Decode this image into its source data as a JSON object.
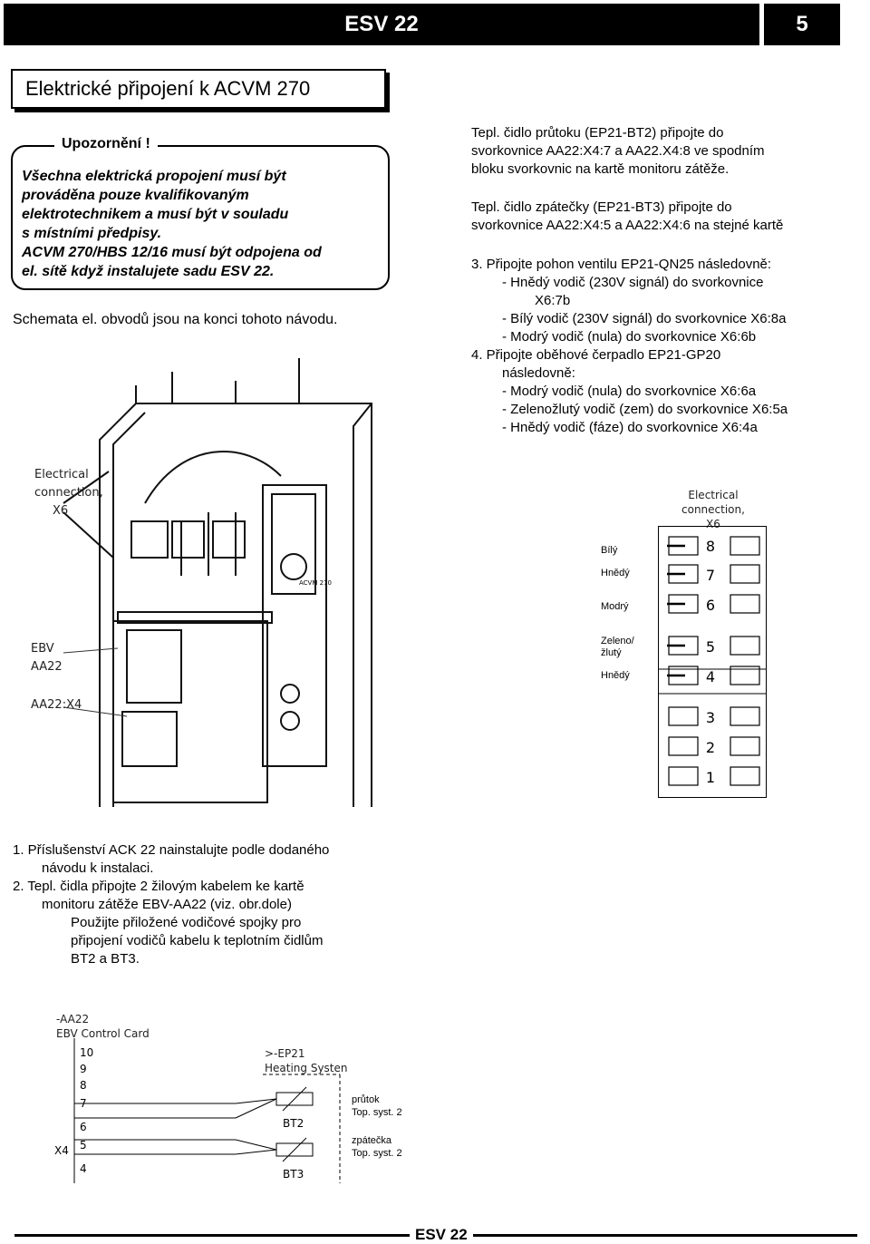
{
  "header": {
    "title": "ESV 22",
    "page": "5"
  },
  "section_title": "Elektrické připojení k ACVM 270",
  "warning": {
    "title": "Upozornění !",
    "lines": [
      "Všechna elektrická propojení musí být",
      "prováděna pouze kvalifikovaným",
      "elektrotechnikem a musí být v souladu",
      "s místními předpisy.",
      "ACVM 270/HBS 12/16 musí být odpojena od",
      "el. sítě když instalujete sadu ESV 22."
    ]
  },
  "note": "Schemata el. obvodů jsou na konci tohoto návodu.",
  "right": {
    "p1": [
      "Tepl. čidlo průtoku (EP21-BT2) připojte do",
      "svorkovnice AA22:X4:7 a AA22.X4:8 ve spodním",
      "bloku svorkovnic na kartě monitoru zátěže."
    ],
    "p2": [
      "Tepl. čidlo zpátečky (EP21-BT3) připojte do",
      "svorkovnice AA22:X4:5 a AA22:X4:6 na stejné kartě"
    ],
    "s3": "3.  Připojte pohon ventilu EP21-QN25 následovně:",
    "s3_items": [
      "-   Hnědý vodič (230V signál) do svorkovnice",
      "X6:7b",
      "-   Bílý vodič (230V signál) do svorkovnice X6:8a",
      "-   Modrý vodič (nula) do svorkovnice X6:6b"
    ],
    "s4": "4.  Připojte oběhové čerpadlo EP21-GP20",
    "s4b": "následovně:",
    "s4_items": [
      "-   Modrý vodič (nula) do svorkovnice X6:6a",
      "-   Zelenožlutý vodič (zem) do svorkovnice X6:5a",
      "-   Hnědý vodič (fáze) do svorkovnice X6:4a"
    ]
  },
  "fig1": {
    "labels": {
      "electrical": "Electrical",
      "connection": "connection,",
      "x6": "X6",
      "ebv": "EBV",
      "aa22": "AA22",
      "aa22x4": "AA22:X4",
      "acvm": "ACVM 270"
    }
  },
  "fig2": {
    "head": [
      "Electrical",
      "connection,",
      "X6"
    ],
    "wires": [
      "Bílý",
      "Hnědý",
      "Modrý",
      "Zeleno/",
      "žlutý",
      "Hnědý"
    ],
    "terminals": [
      "8",
      "7",
      "6",
      "5",
      "4",
      "3",
      "2",
      "1"
    ]
  },
  "steps": {
    "s1a": "1.  Příslušenství ACK 22 nainstalujte podle dodaného",
    "s1b": "návodu k instalaci.",
    "s2a": "2.  Tepl. čidla připojte 2 žilovým kabelem ke kartě",
    "s2b": "monitoru zátěže EBV-AA22 (viz. obr.dole)",
    "s2c": "Použijte přiložené vodičové spojky pro",
    "s2d": "připojení vodičů kabelu k teplotním čidlům",
    "s2e": "BT2 a BT3."
  },
  "fig3": {
    "aa22": "-AA22",
    "card": "EBV Control Card",
    "ep21": ">-EP21",
    "hs": "Heating Systen",
    "pins": [
      "10",
      "9",
      "8",
      "7",
      "6",
      "5",
      "4"
    ],
    "x4": "X4",
    "bt2": "BT2",
    "bt3": "BT3",
    "prutok": "průtok",
    "prutok2": "Top. syst. 2",
    "zpatecka": "zpátečka",
    "zpatecka2": "Top. syst. 2"
  },
  "footer": "ESV 22"
}
